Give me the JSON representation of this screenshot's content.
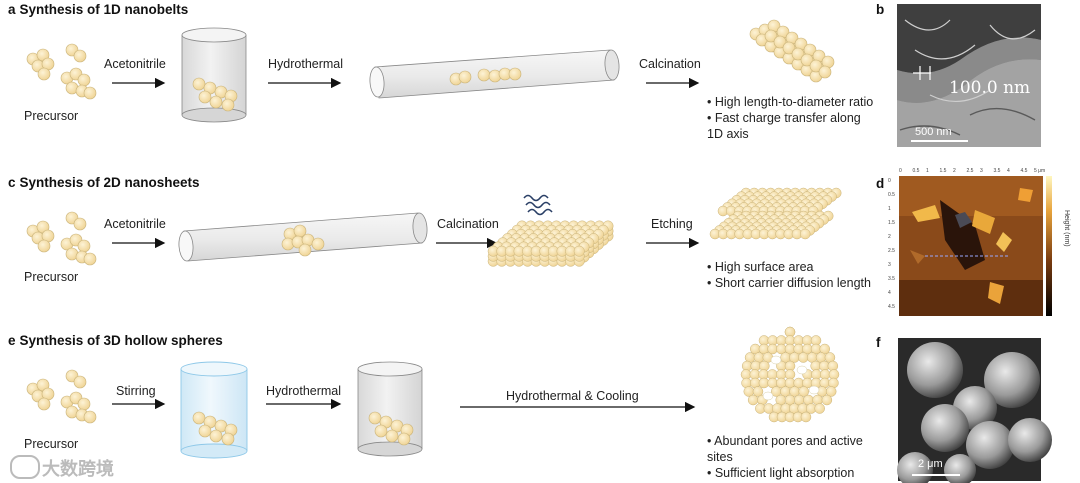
{
  "rows": [
    {
      "letter": "a",
      "title": "Synthesis of 1D nanobelts",
      "precursor": "Precursor",
      "steps": [
        "Acetonitrile",
        "Hydrothermal",
        "Calcination"
      ],
      "notes": [
        "• High length-to-diameter ratio",
        "• Fast charge transfer along",
        "1D axis"
      ]
    },
    {
      "letter": "c",
      "title": "Synthesis of 2D nanosheets",
      "precursor": "Precursor",
      "steps": [
        "Acetonitrile",
        "Calcination",
        "Etching"
      ],
      "notes": [
        "• High surface area",
        "• Short carrier diffusion length"
      ]
    },
    {
      "letter": "e",
      "title": "Synthesis of 3D hollow spheres",
      "precursor": "Precursor",
      "steps": [
        "Stirring",
        "Hydrothermal",
        "Hydrothermal & Cooling"
      ],
      "notes": [
        "• Abundant pores and active",
        "sites",
        "• Sufficient light absorption"
      ]
    }
  ],
  "panels": {
    "b": {
      "letter": "b",
      "scale_text": "100.0 nm",
      "scale_bar": "500 nm"
    },
    "d": {
      "letter": "d",
      "colorbar_label": "Height (nm)",
      "x_ticks": [
        "0",
        "0.5",
        "1",
        "1.5",
        "2",
        "2.5",
        "3",
        "3.5",
        "4",
        "4.5",
        "5 μm"
      ],
      "y_ticks": [
        "0",
        "0.5",
        "1",
        "1.5",
        "2",
        "2.5",
        "3",
        "3.5",
        "4",
        "4.5"
      ]
    },
    "f": {
      "letter": "f",
      "scale_bar": "2 μm"
    }
  },
  "watermark": "大数跨境",
  "colors": {
    "sphere_fill": "#f6e2ad",
    "sphere_stroke": "#c9b37a",
    "vessel_gray": "#e2e2e2",
    "vessel_blue": "#dff0fa",
    "vessel_blue_stroke": "#8ec8e8",
    "sheet_wave": "#2a3f66"
  }
}
